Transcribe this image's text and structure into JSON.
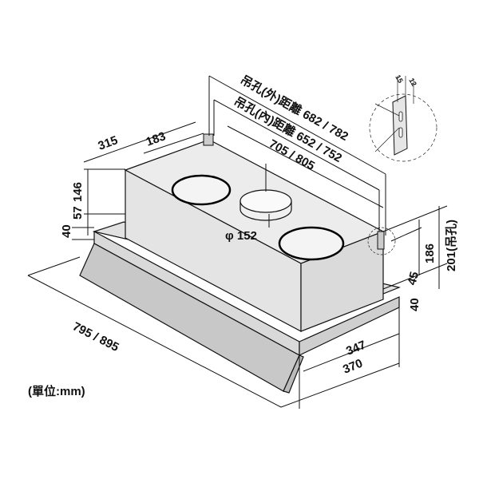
{
  "unit_label": "(單位:mm)",
  "dimensions": {
    "hole_outer": "吊孔(外)距離 682 / 782",
    "hole_inner": "吊孔(內)距離 652 / 752",
    "body_width": "705 / 805",
    "total_width": "795 / 895",
    "depth_315": "315",
    "depth_183": "183",
    "height_146": "146",
    "height_57": "57",
    "height_40_left": "40",
    "duct_diameter": "φ 152",
    "height_186": "186",
    "height_201": "201(吊孔)",
    "dim_45": "45",
    "dim_40_right": "40",
    "depth_347": "347",
    "depth_370": "370",
    "bracket_15": "15",
    "bracket_12": "12"
  },
  "colors": {
    "body": "#ebebeb",
    "face_dark": "#d8d8d8",
    "line": "#111111"
  }
}
